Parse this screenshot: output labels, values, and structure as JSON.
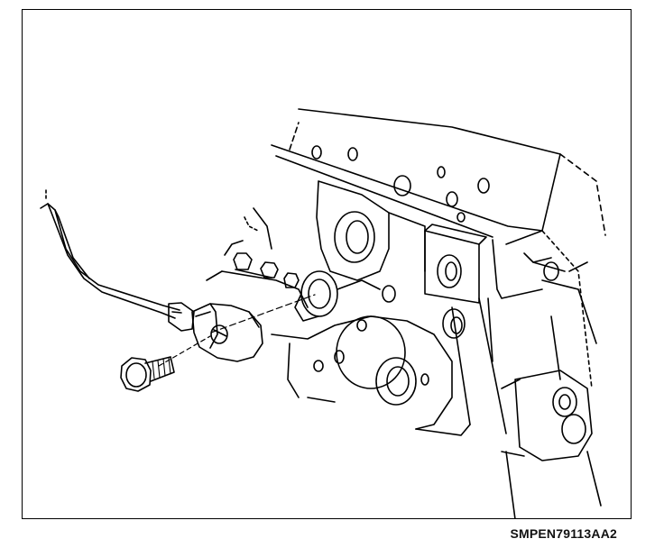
{
  "figure": {
    "code": "SMPEN79113AA2",
    "line_color": "#000000",
    "background": "#ffffff",
    "parts": [
      "knock-sensor",
      "sensor-harness",
      "mounting-bolt",
      "engine-block"
    ]
  }
}
